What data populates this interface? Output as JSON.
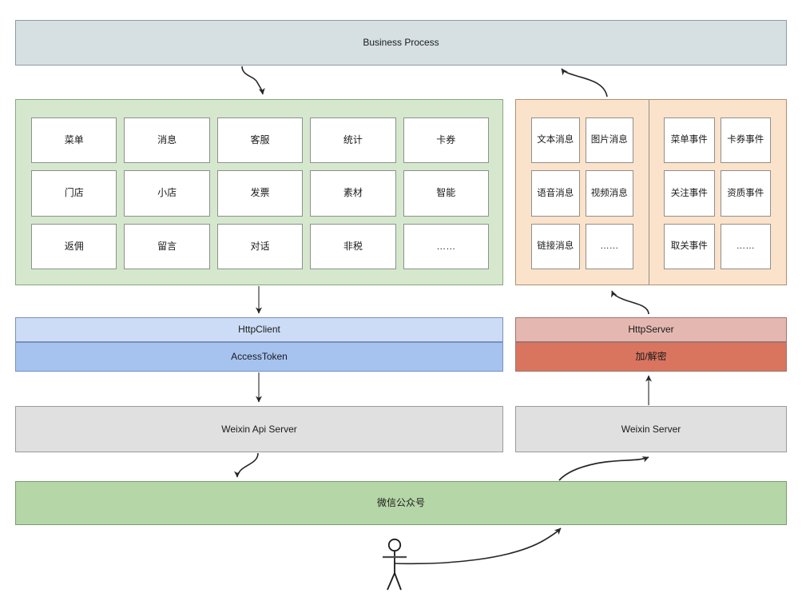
{
  "diagram": {
    "title": "Business Process",
    "business_process": {
      "label": "Business Process"
    },
    "api_panel": {
      "name": "wechat-api-capabilities",
      "cells": [
        "菜单",
        "消息",
        "客服",
        "统计",
        "卡券",
        "门店",
        "小店",
        "发票",
        "素材",
        "智能",
        "返佣",
        "留言",
        "对话",
        "非税",
        "……"
      ]
    },
    "message_panel": {
      "name": "wechat-message-types",
      "cells": [
        "文本消息",
        "图片消息",
        "语音消息",
        "视频消息",
        "链接消息",
        "……"
      ]
    },
    "event_panel": {
      "name": "wechat-event-types",
      "cells": [
        "菜单事件",
        "卡券事件",
        "关注事件",
        "资质事件",
        "取关事件",
        "……"
      ]
    },
    "left_stack": {
      "http_client": "HttpClient",
      "access_token": "AccessToken",
      "server": "Weixin Api Server"
    },
    "right_stack": {
      "http_server": "HttpServer",
      "crypto": "加/解密",
      "server": "Weixin Server"
    },
    "platform": {
      "label": "微信公众号"
    },
    "actor": {
      "label": "user-actor"
    }
  },
  "colors": {
    "business_process_fill": "#d6e0e3",
    "business_process_stroke": "#8b9ba0",
    "api_panel_fill": "#d5e8ce",
    "api_panel_stroke": "#8aa57f",
    "orange_panel_fill": "#fae3ca",
    "orange_panel_stroke": "#b09070",
    "http_client_fill": "#cddcf6",
    "access_token_fill": "#a6c3f0",
    "blue_stroke": "#7791bf",
    "http_server_fill": "#e4b8b1",
    "crypto_fill": "#d9755f",
    "red_stroke": "#a2736a",
    "server_fill": "#e0e0e0",
    "server_stroke": "#9a9a9a",
    "platform_fill": "#b5d6a7",
    "platform_stroke": "#7c9b70",
    "cell_fill": "#ffffff",
    "cell_stroke": "#8f8f8f",
    "edge_stroke": "#4d4d4d"
  }
}
